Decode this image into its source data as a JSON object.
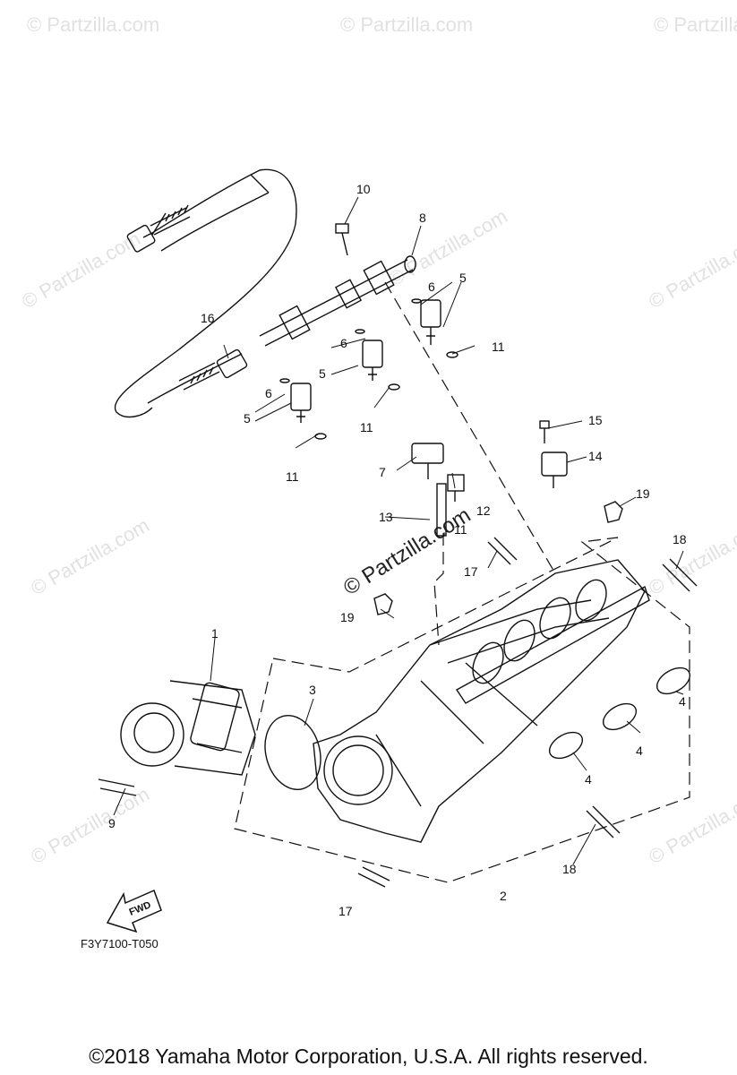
{
  "watermark": {
    "text": "© Partzilla.com",
    "center_text": "© Partzilla.com"
  },
  "callouts": [
    "1",
    "2",
    "3",
    "4",
    "4",
    "4",
    "5",
    "5",
    "5",
    "6",
    "6",
    "6",
    "7",
    "8",
    "9",
    "10",
    "11",
    "11",
    "11",
    "11",
    "12",
    "13",
    "14",
    "15",
    "16",
    "17",
    "17",
    "18",
    "18",
    "19",
    "19"
  ],
  "labels": {
    "fwd": "FWD",
    "diagram_code": "F3Y7100-T050",
    "copyright": "©2018  Yamaha Motor Corporation, U.S.A. All rights reserved."
  },
  "icons": [
    "fwd-arrow-icon"
  ]
}
